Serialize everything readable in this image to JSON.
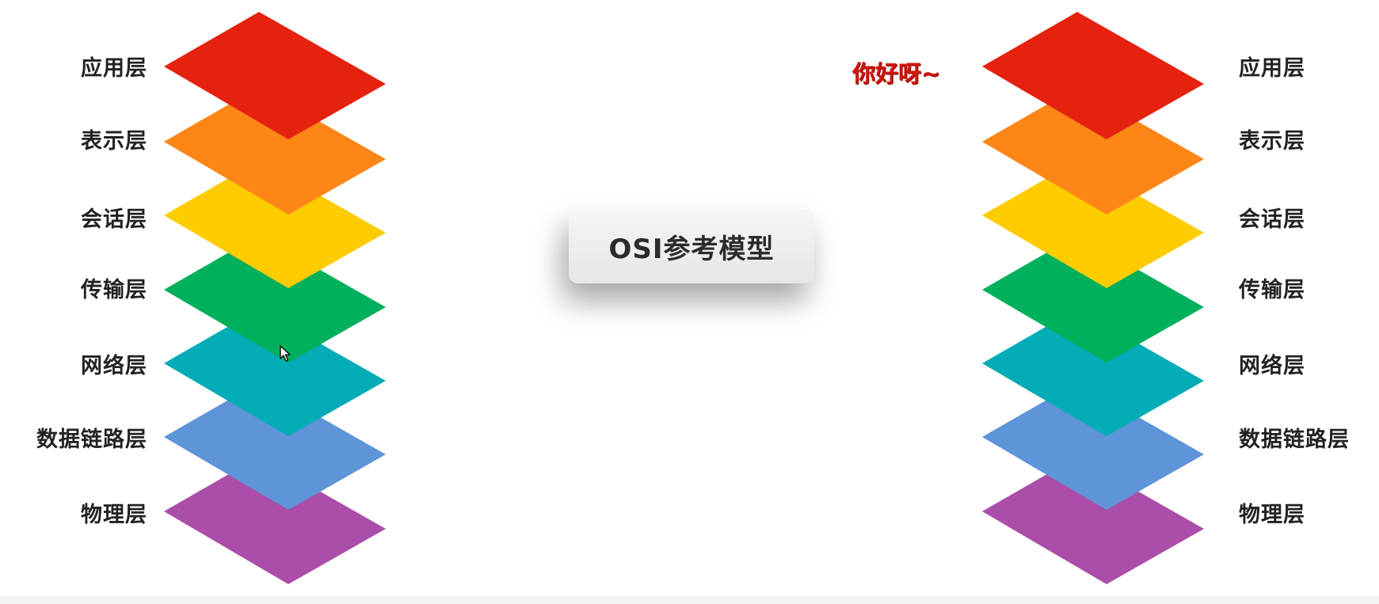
{
  "title": "OSI参考模型",
  "greeting": "你好呀~",
  "layers": [
    {
      "label": "应用层",
      "color": "#e5220f"
    },
    {
      "label": "表示层",
      "color": "#fe8617"
    },
    {
      "label": "会话层",
      "color": "#ffcc00"
    },
    {
      "label": "传输层",
      "color": "#01b05b"
    },
    {
      "label": "网络层",
      "color": "#03acb6"
    },
    {
      "label": "数据链路层",
      "color": "#5e95d8"
    },
    {
      "label": "物理层",
      "color": "#ab4ea9"
    }
  ]
}
